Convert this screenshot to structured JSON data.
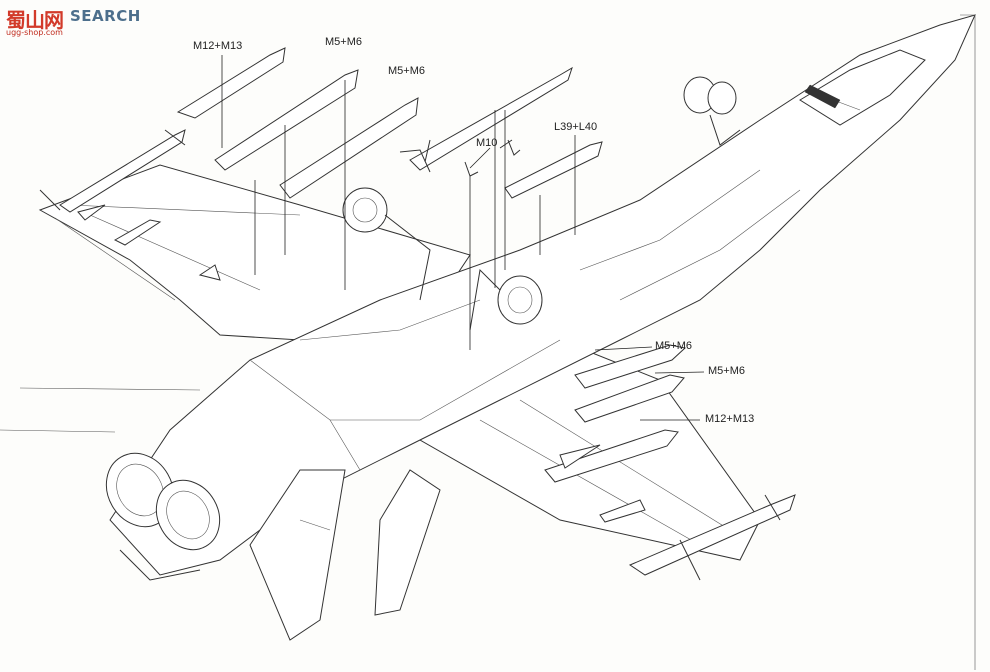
{
  "watermark": {
    "cjk": "蜀山网",
    "word": "SEARCH",
    "url": "ugg-shop.com"
  },
  "callouts": {
    "c1": "M12+M13",
    "c2": "M5+M6",
    "c3": "M5+M6",
    "c4": "M10",
    "c5": "L39+L40",
    "c6": "M5+M6",
    "c7": "M5+M6",
    "c8": "M12+M13"
  },
  "colors": {
    "line": "#333333",
    "paper": "#fdfdfb",
    "logo_red": "#d23a2a",
    "logo_blue": "#4d6f8c"
  }
}
